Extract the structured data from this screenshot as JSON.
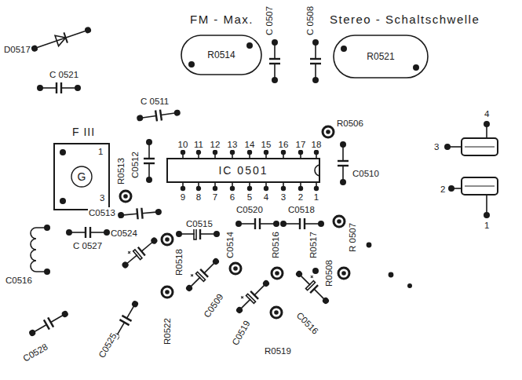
{
  "diagram": {
    "nodes": [
      {
        "text": [
          "FM - Max.",
          "R0514"
        ]
      },
      {
        "text": [
          "Stereo - Schaltschwelle",
          "R0521"
        ]
      },
      {
        "text": [
          "F III",
          "G"
        ]
      },
      {
        "text": [
          "IC 0501"
        ]
      }
    ],
    "labels": [
      "D0517",
      "C 0521",
      "C 0511",
      "C0512",
      "1",
      "3",
      "R0513",
      "10",
      "11",
      "12",
      "13",
      "14",
      "15",
      "16",
      "17",
      "18",
      "9",
      "8",
      "7",
      "6",
      "5",
      "4",
      "3",
      "2",
      "1",
      "R0506",
      "C 0507",
      "C 0508",
      "C0510",
      "4",
      "3",
      "2",
      "1",
      "C0513",
      "C0524",
      "C0515",
      "C 0527",
      "C0516",
      "C0528",
      "C0525",
      "R0518",
      "C0509",
      "R0522",
      "C0514",
      "C0520",
      "C0518",
      "R0516",
      "R0517",
      "C0519",
      "R0519",
      "C0516",
      "R 0507",
      "R0508"
    ]
  }
}
